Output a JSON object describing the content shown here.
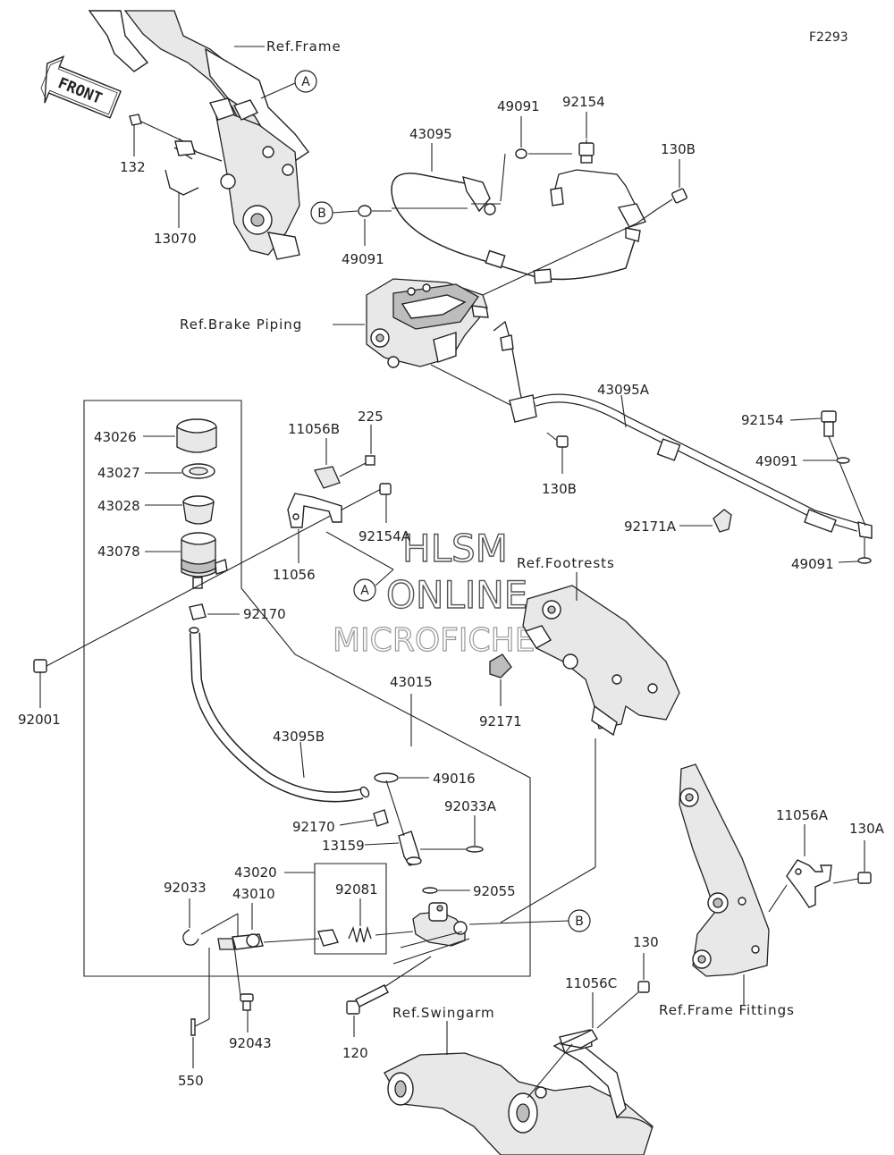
{
  "figure_id": "F2293",
  "front_label": "FRONT",
  "watermark": [
    "HLSM",
    "ONLINE",
    "MICROFICHE"
  ],
  "refs": {
    "frame": "Ref.Frame",
    "brake_piping": "Ref.Brake Piping",
    "footrests": "Ref.Footrests",
    "swingarm": "Ref.Swingarm",
    "frame_fittings": "Ref.Frame Fittings"
  },
  "callouts": {
    "a": "A",
    "b": "B"
  },
  "parts": {
    "p132": "132",
    "p13070": "13070",
    "p43095": "43095",
    "p49091_top": "49091",
    "p92154_top": "92154",
    "p130B_top": "130B",
    "p49091_left": "49091",
    "p43095A": "43095A",
    "p92154_right": "92154",
    "p49091_r1": "49091",
    "p130B_mid": "130B",
    "p92171A": "92171A",
    "p49091_r2": "49091",
    "p43026": "43026",
    "p43027": "43027",
    "p43028": "43028",
    "p43078": "43078",
    "p11056B": "11056B",
    "p225": "225",
    "p92154A": "92154A",
    "p11056": "11056",
    "p92170_a": "92170",
    "p92001": "92001",
    "p43015": "43015",
    "p92171": "92171",
    "p43095B": "43095B",
    "p49016": "49016",
    "p92170_b": "92170",
    "p92033A": "92033A",
    "p13159": "13159",
    "p43020": "43020",
    "p92033": "92033",
    "p43010": "43010",
    "p92081": "92081",
    "p92055": "92055",
    "p11056A": "11056A",
    "p130A": "130A",
    "p130": "130",
    "p11056C": "11056C",
    "p92043": "92043",
    "p120": "120",
    "p550": "550"
  }
}
